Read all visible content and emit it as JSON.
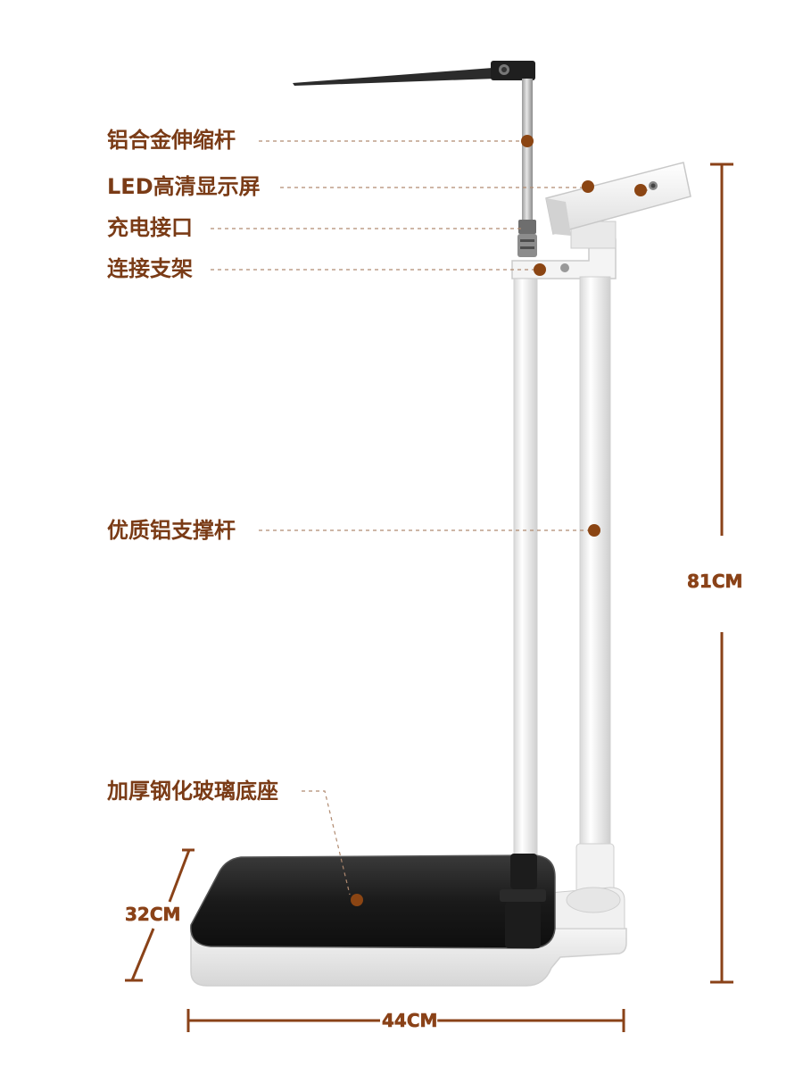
{
  "callouts": {
    "alloy_rod": "铝合金伸缩杆",
    "led_screen": "LED高清显示屏",
    "charging_port": "充电接口",
    "bracket": "连接支架",
    "support_rod": "优质铝支撑杆",
    "glass_base": "加厚钢化玻璃底座"
  },
  "dimensions": {
    "height": "81CM",
    "depth": "32CM",
    "width": "44CM"
  },
  "colors": {
    "accent": "#7a3b16",
    "dot": "#8b4513",
    "glass": "#1c1c1c",
    "frame": "#f2f2f2"
  }
}
